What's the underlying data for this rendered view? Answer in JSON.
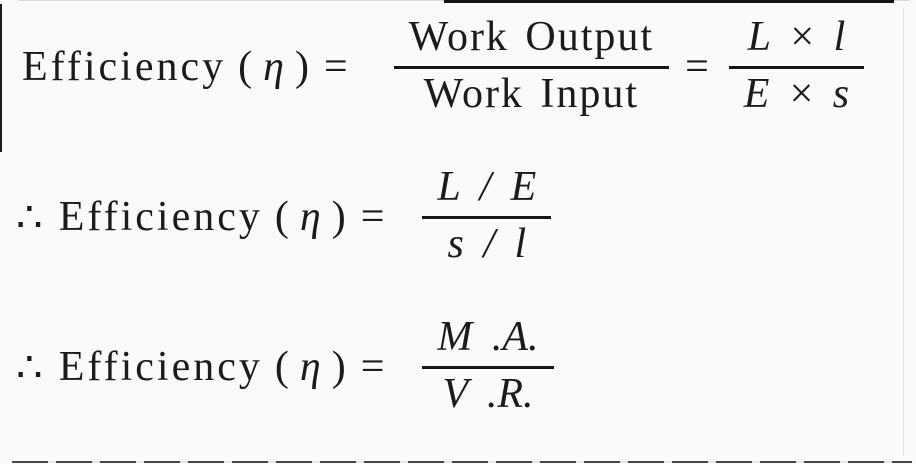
{
  "figure": {
    "description": "Efficiency formula derivation for simple machines",
    "bg_color": "#fbf9f9",
    "text_color": "#1b1b1b",
    "fraction_bar_color": "#161616",
    "border_color": "#141414"
  },
  "line1": {
    "word": "Efficiency",
    "paren_open": "(",
    "eta": "η",
    "paren_close": ")",
    "equals": "=",
    "frac_ratio": {
      "numerator": "Work Output",
      "denominator": "Work Input"
    },
    "equals2": "=",
    "frac_sym": {
      "numerator": "L × l",
      "denominator": "E × s"
    }
  },
  "line2": {
    "therefore": "∴",
    "word": "Efficiency",
    "paren_open": "(",
    "eta": "η",
    "paren_close": ")",
    "equals": "=",
    "frac": {
      "numerator": "L / E",
      "denominator": "s / l"
    }
  },
  "line3": {
    "therefore": "∴",
    "word": "Efficiency",
    "paren_open": "(",
    "eta": "η",
    "paren_close": ")",
    "equals": "=",
    "frac": {
      "numerator": "M .A.",
      "denominator": "V .R."
    }
  }
}
